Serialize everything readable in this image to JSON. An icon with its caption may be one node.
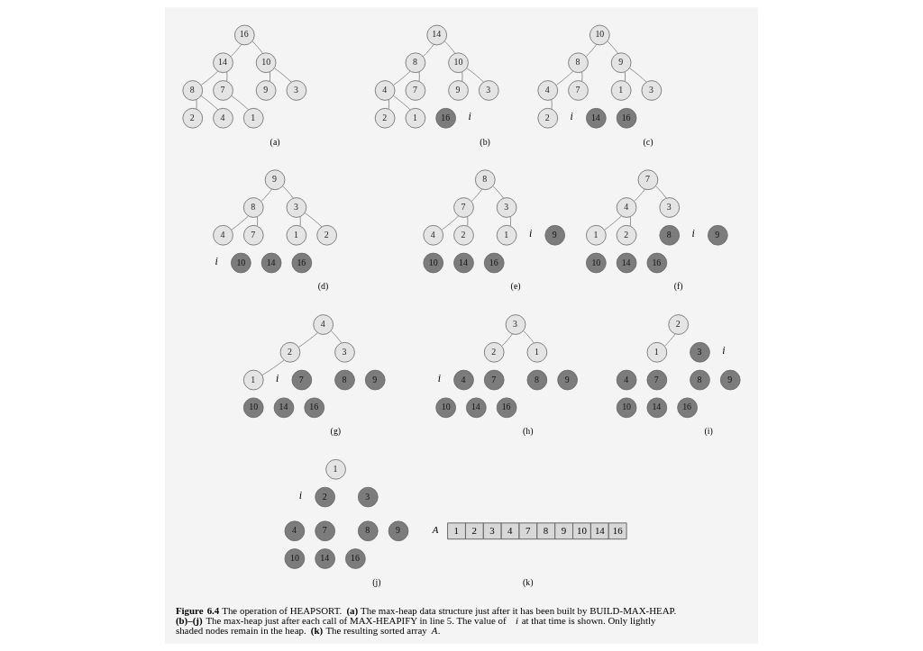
{
  "diagram": {
    "caption": "**Figure 6.4** The operation of HEAPSORT. **(a)** The max-heap data structure just after it has been built by BUILD-MAX-HEAP. **(b)–(j)** The max-heap just after each call of MAX-HEAPIFY in line 5. The value of *i* at that time is shown. Only lightly shaded nodes remain in the heap. **(k)** The resulting sorted array *A*.",
    "nodes": [
      {
        "text": [
          "16"
        ]
      },
      {
        "text": [
          "14"
        ]
      },
      {
        "text": [
          "10"
        ]
      },
      {
        "text": [
          "8"
        ]
      },
      {
        "text": [
          "7"
        ]
      },
      {
        "text": [
          "9"
        ]
      },
      {
        "text": [
          "3"
        ]
      },
      {
        "text": [
          "2"
        ]
      },
      {
        "text": [
          "4"
        ]
      },
      {
        "text": [
          "1"
        ]
      },
      {
        "text": [
          "14"
        ]
      },
      {
        "text": [
          "8"
        ]
      },
      {
        "text": [
          "10"
        ]
      },
      {
        "text": [
          "4"
        ]
      },
      {
        "text": [
          "7"
        ]
      },
      {
        "text": [
          "9"
        ]
      },
      {
        "text": [
          "3"
        ]
      },
      {
        "text": [
          "2"
        ]
      },
      {
        "text": [
          "1"
        ]
      },
      {
        "text": [
          "16"
        ],
        "beside": [
          "i"
        ]
      },
      {
        "text": [
          "10"
        ]
      },
      {
        "text": [
          "8"
        ]
      },
      {
        "text": [
          "9"
        ]
      },
      {
        "text": [
          "4"
        ]
      },
      {
        "text": [
          "7"
        ]
      },
      {
        "text": [
          "1"
        ]
      },
      {
        "text": [
          "3"
        ]
      },
      {
        "text": [
          "2"
        ]
      },
      {
        "text": [
          "14"
        ],
        "beside": [
          "i"
        ]
      },
      {
        "text": [
          "16"
        ]
      },
      {
        "text": [
          "9"
        ]
      },
      {
        "text": [
          "8"
        ]
      },
      {
        "text": [
          "3"
        ]
      },
      {
        "text": [
          "4"
        ]
      },
      {
        "text": [
          "7"
        ]
      },
      {
        "text": [
          "1"
        ]
      },
      {
        "text": [
          "2"
        ]
      },
      {
        "text": [
          "10"
        ],
        "beside": [
          "i"
        ]
      },
      {
        "text": [
          "14"
        ]
      },
      {
        "text": [
          "16"
        ]
      },
      {
        "text": [
          "8"
        ]
      },
      {
        "text": [
          "7"
        ]
      },
      {
        "text": [
          "3"
        ]
      },
      {
        "text": [
          "4"
        ]
      },
      {
        "text": [
          "2"
        ]
      },
      {
        "text": [
          "1"
        ]
      },
      {
        "text": [
          "9"
        ],
        "beside": [
          "i"
        ]
      },
      {
        "text": [
          "10"
        ]
      },
      {
        "text": [
          "14"
        ]
      },
      {
        "text": [
          "16"
        ]
      },
      {
        "text": [
          "7"
        ]
      },
      {
        "text": [
          "4"
        ]
      },
      {
        "text": [
          "3"
        ]
      },
      {
        "text": [
          "1"
        ]
      },
      {
        "text": [
          "2"
        ]
      },
      {
        "text": [
          "8"
        ],
        "beside": [
          "i"
        ]
      },
      {
        "text": [
          "9"
        ]
      },
      {
        "text": [
          "10"
        ]
      },
      {
        "text": [
          "14"
        ]
      },
      {
        "text": [
          "16"
        ]
      },
      {
        "text": [
          "4"
        ]
      },
      {
        "text": [
          "2"
        ]
      },
      {
        "text": [
          "3"
        ]
      },
      {
        "text": [
          "1"
        ]
      },
      {
        "text": [
          "7"
        ],
        "beside": [
          "i"
        ]
      },
      {
        "text": [
          "8"
        ]
      },
      {
        "text": [
          "9"
        ]
      },
      {
        "text": [
          "10"
        ]
      },
      {
        "text": [
          "14"
        ]
      },
      {
        "text": [
          "16"
        ]
      },
      {
        "text": [
          "3"
        ]
      },
      {
        "text": [
          "2"
        ]
      },
      {
        "text": [
          "1"
        ]
      },
      {
        "text": [
          "4"
        ],
        "beside": [
          "i"
        ]
      },
      {
        "text": [
          "7"
        ]
      },
      {
        "text": [
          "8"
        ]
      },
      {
        "text": [
          "9"
        ]
      },
      {
        "text": [
          "10"
        ]
      },
      {
        "text": [
          "14"
        ]
      },
      {
        "text": [
          "16"
        ]
      },
      {
        "text": [
          "2"
        ]
      },
      {
        "text": [
          "1"
        ]
      },
      {
        "text": [
          "3"
        ],
        "beside": [
          "i"
        ]
      },
      {
        "text": [
          "4"
        ]
      },
      {
        "text": [
          "7"
        ]
      },
      {
        "text": [
          "8"
        ]
      },
      {
        "text": [
          "9"
        ]
      },
      {
        "text": [
          "10"
        ]
      },
      {
        "text": [
          "14"
        ]
      },
      {
        "text": [
          "16"
        ]
      },
      {
        "text": [
          "1"
        ]
      },
      {
        "text": [
          "2"
        ],
        "beside": [
          "i"
        ]
      },
      {
        "text": [
          "3"
        ]
      },
      {
        "text": [
          "4"
        ]
      },
      {
        "text": [
          "7"
        ]
      },
      {
        "text": [
          "8"
        ]
      },
      {
        "text": [
          "9"
        ]
      },
      {
        "text": [
          "10"
        ]
      },
      {
        "text": [
          "14"
        ]
      },
      {
        "text": [
          "16"
        ]
      }
    ],
    "edges": [
      {
        "from": 0,
        "to": 1,
        "arrow": "none"
      },
      {
        "from": 0,
        "to": 2,
        "arrow": "none"
      },
      {
        "from": 1,
        "to": 3,
        "arrow": "none"
      },
      {
        "from": 1,
        "to": 4,
        "arrow": "none"
      },
      {
        "from": 2,
        "to": 5,
        "arrow": "none"
      },
      {
        "from": 2,
        "to": 6,
        "arrow": "none"
      },
      {
        "from": 3,
        "to": 7,
        "arrow": "none"
      },
      {
        "from": 3,
        "to": 8,
        "arrow": "none"
      },
      {
        "from": 4,
        "to": 9,
        "arrow": "none"
      },
      {
        "from": 10,
        "to": 11,
        "arrow": "none"
      },
      {
        "from": 10,
        "to": 12,
        "arrow": "none"
      },
      {
        "from": 11,
        "to": 13,
        "arrow": "none"
      },
      {
        "from": 11,
        "to": 14,
        "arrow": "none"
      },
      {
        "from": 12,
        "to": 15,
        "arrow": "none"
      },
      {
        "from": 12,
        "to": 16,
        "arrow": "none"
      },
      {
        "from": 13,
        "to": 17,
        "arrow": "none"
      },
      {
        "from": 13,
        "to": 18,
        "arrow": "none"
      },
      {
        "from": 20,
        "to": 21,
        "arrow": "none"
      },
      {
        "from": 20,
        "to": 22,
        "arrow": "none"
      },
      {
        "from": 21,
        "to": 23,
        "arrow": "none"
      },
      {
        "from": 21,
        "to": 24,
        "arrow": "none"
      },
      {
        "from": 22,
        "to": 25,
        "arrow": "none"
      },
      {
        "from": 22,
        "to": 26,
        "arrow": "none"
      },
      {
        "from": 23,
        "to": 27,
        "arrow": "none"
      },
      {
        "from": 30,
        "to": 31,
        "arrow": "none"
      },
      {
        "from": 30,
        "to": 32,
        "arrow": "none"
      },
      {
        "from": 31,
        "to": 33,
        "arrow": "none"
      },
      {
        "from": 31,
        "to": 34,
        "arrow": "none"
      },
      {
        "from": 32,
        "to": 35,
        "arrow": "none"
      },
      {
        "from": 32,
        "to": 36,
        "arrow": "none"
      },
      {
        "from": 40,
        "to": 41,
        "arrow": "none"
      },
      {
        "from": 40,
        "to": 42,
        "arrow": "none"
      },
      {
        "from": 41,
        "to": 43,
        "arrow": "none"
      },
      {
        "from": 41,
        "to": 44,
        "arrow": "none"
      },
      {
        "from": 42,
        "to": 45,
        "arrow": "none"
      },
      {
        "from": 50,
        "to": 51,
        "arrow": "none"
      },
      {
        "from": 50,
        "to": 52,
        "arrow": "none"
      },
      {
        "from": 51,
        "to": 53,
        "arrow": "none"
      },
      {
        "from": 51,
        "to": 54,
        "arrow": "none"
      },
      {
        "from": 60,
        "to": 61,
        "arrow": "none"
      },
      {
        "from": 60,
        "to": 62,
        "arrow": "none"
      },
      {
        "from": 61,
        "to": 63,
        "arrow": "none"
      },
      {
        "from": 70,
        "to": 71,
        "arrow": "none"
      },
      {
        "from": 70,
        "to": 72,
        "arrow": "none"
      },
      {
        "from": 80,
        "to": 81,
        "arrow": "none"
      }
    ],
    "labels": [
      "(a)",
      "(b)",
      "(c)",
      "(d)",
      "(e)",
      "(f)",
      "(g)",
      "(h)",
      "(i)",
      "A",
      "1",
      "2",
      "3",
      "4",
      "7",
      "8",
      "9",
      "10",
      "14",
      "16",
      "(j)",
      "(k)"
    ]
  }
}
